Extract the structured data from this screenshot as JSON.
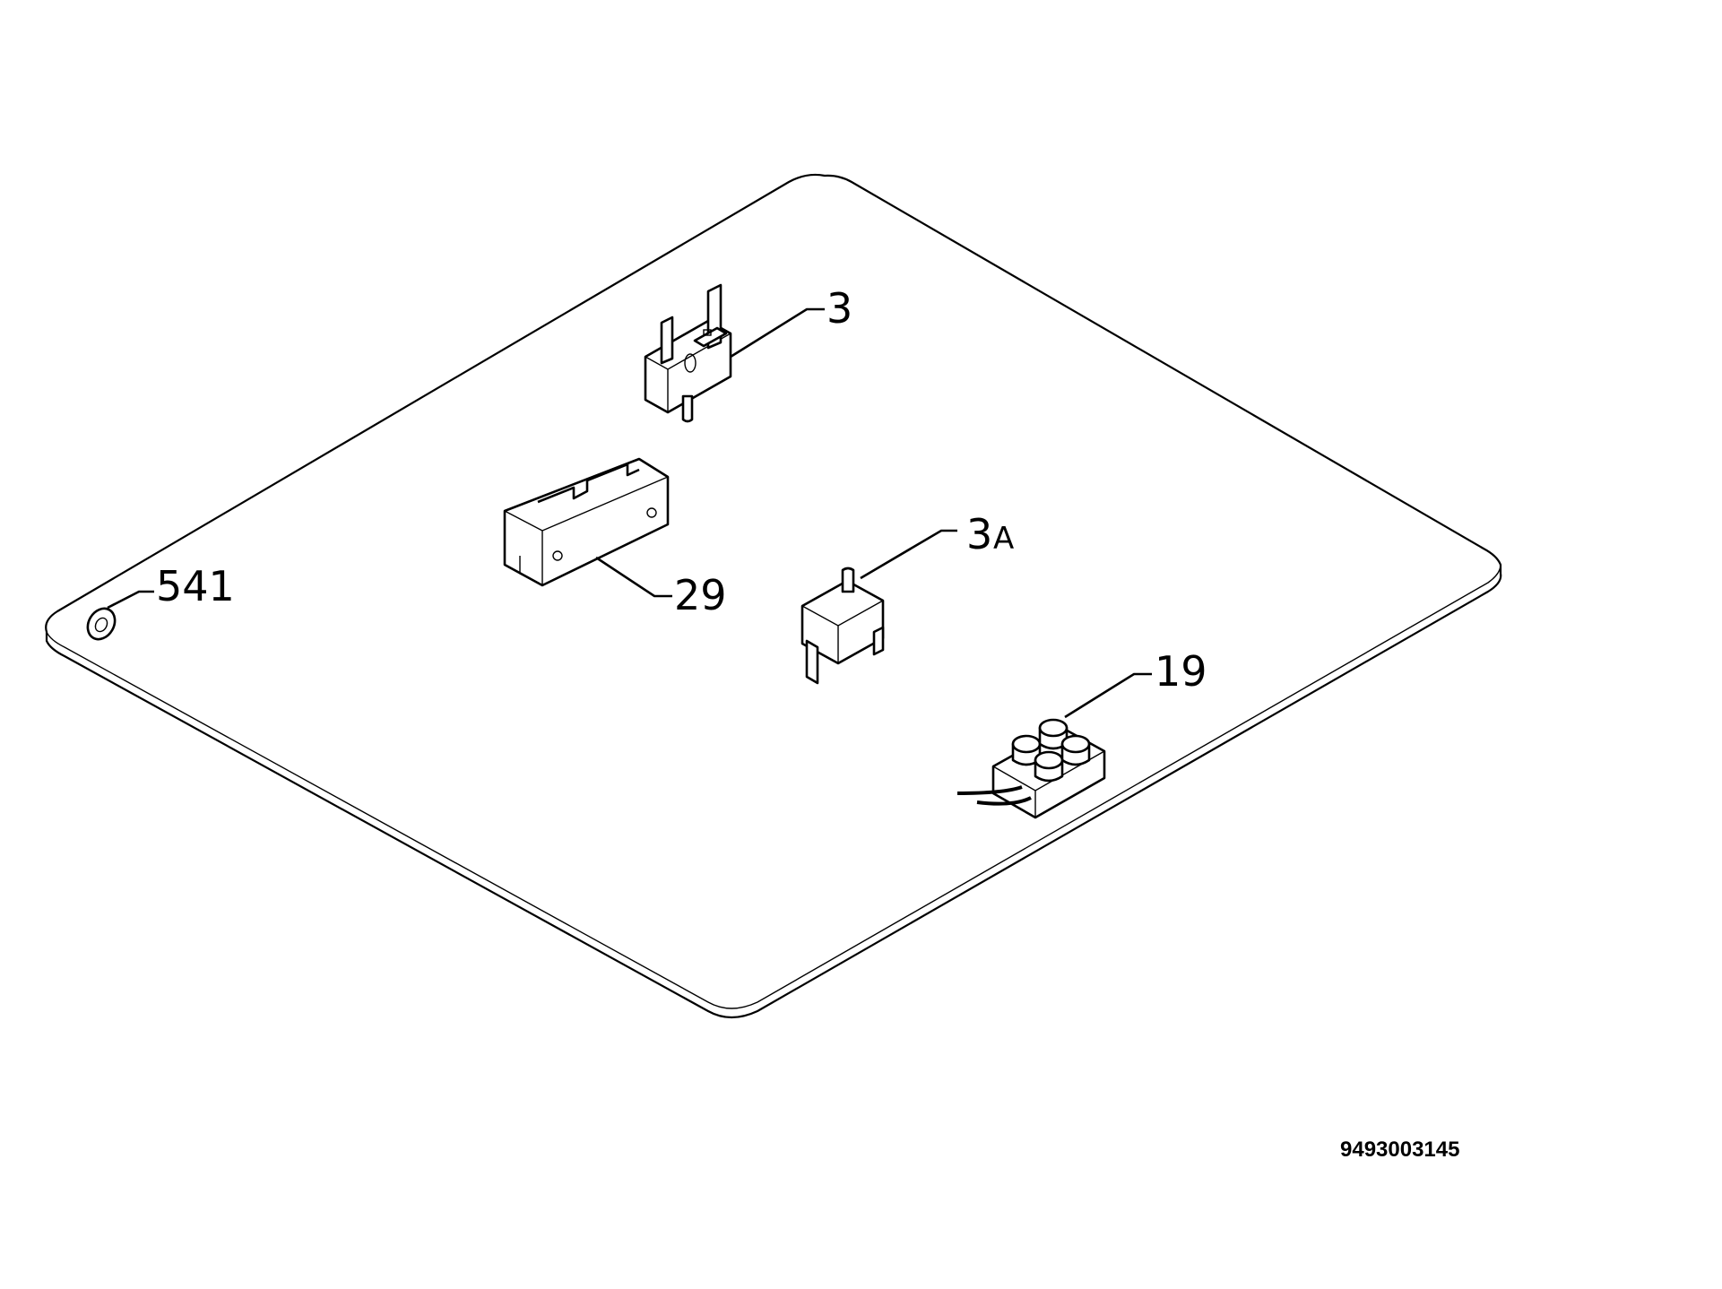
{
  "diagram": {
    "callouts": {
      "c541": "541",
      "c3": "3",
      "c29": "29",
      "c3a_num": "3",
      "c3a_letter": "A",
      "c19": "19"
    },
    "document_number": "9493003145"
  }
}
